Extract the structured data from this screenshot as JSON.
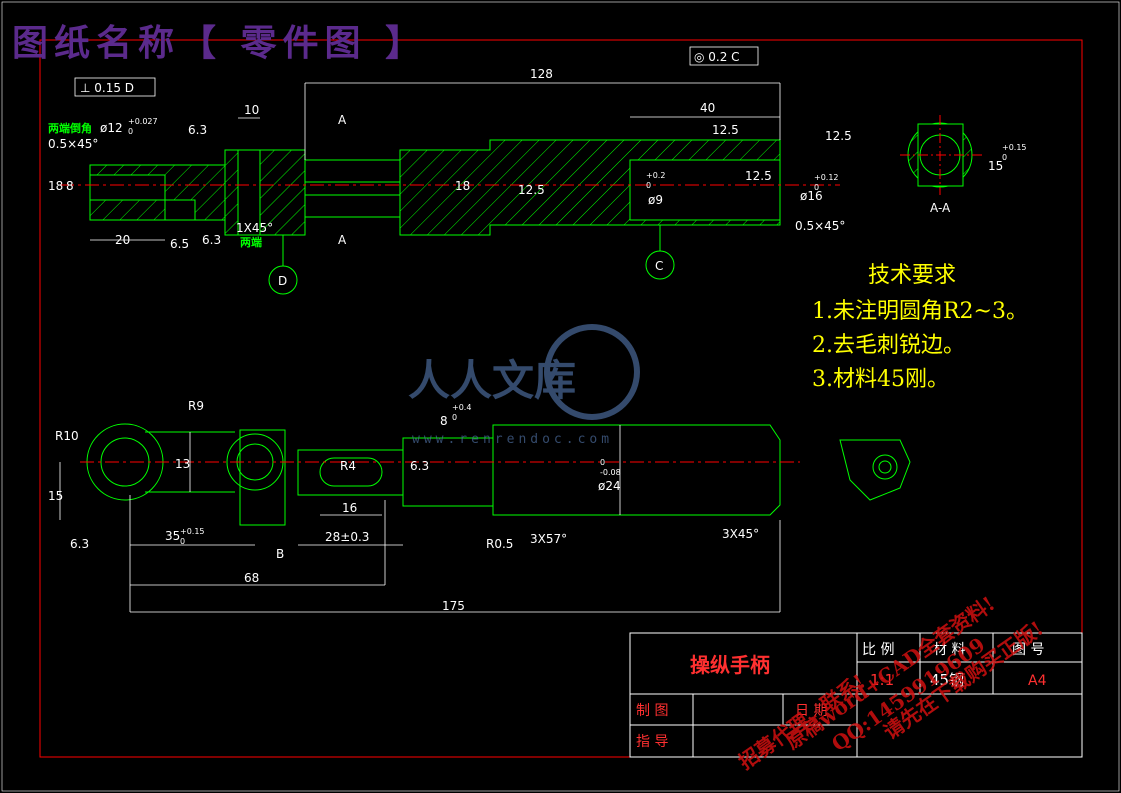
{
  "sheet": {
    "drawing_name_label": "图纸名称【 零件图 】"
  },
  "views": {
    "section_label": "A-A",
    "section_mark": "A",
    "datum_d": "D",
    "datum_c": "C",
    "datum_b": "B"
  },
  "tolerances": {
    "perpendicularity": "⊥ 0.15 D",
    "coaxiality": "◎ 0.2 C"
  },
  "dimensions": {
    "d128": "128",
    "d10": "10",
    "d40": "40",
    "d20": "20",
    "d18": "18",
    "d8": "8",
    "d6_5": "6.5",
    "d6_3": "6.3",
    "d12_5": "12.5",
    "d15": "15",
    "d13": "13",
    "d16": "16",
    "d68": "68",
    "d175": "175",
    "d28": "28±0.3",
    "d35": "35",
    "d35_tol": "+0.15",
    "d35_base": "0",
    "r10": "R10",
    "r9": "R9",
    "r4": "R4",
    "chamfer1": "0.5×45°",
    "chamfer2": "1X45°",
    "chamfer3": "0.5×45°",
    "chamfer4": "3X57°",
    "chamfer5": "3X45°",
    "phi12": "ø12",
    "phi12_tol": "+0.027",
    "phi12_base": "0",
    "phi16": "ø16",
    "phi16_tol": "+0.12",
    "phi16_base": "0",
    "phi9": "ø9",
    "phi9_tol": "+0.2",
    "phi9_base": "0",
    "phi24": "ø24",
    "phi24_base": "0",
    "phi24_tol": "-0.08",
    "d15_aa": "15",
    "d15_aa_tol": "+0.15",
    "d15_aa_base": "0",
    "d8_b": "8",
    "d8_b_tol": "+0.4",
    "d8_b_base": "0",
    "r0_5": "R0.5",
    "both_chamfer": "两端倒角",
    "both_ends": "两端"
  },
  "tech": {
    "title": "技术要求",
    "item1": "1.未注明圆角R2~3。",
    "item2": "2.去毛刺锐边。",
    "item3": "3.材料45刚。"
  },
  "watermark": {
    "brand": "人人文库",
    "url": "www.renrendoc.com"
  },
  "stamp": {
    "line1": "原稿word+CAD全套资料!",
    "line2": "QQ:1459919609",
    "line3": "请先在下载购买正版!",
    "line4": "招募代理，联系!"
  },
  "titleblock": {
    "part_name": "操纵手柄",
    "scale_label": "比 例",
    "material_label": "材 料",
    "drawing_no_label": "图 号",
    "scale_value": "1:1",
    "material_value": "45钢",
    "drawing_no_value": "A4",
    "drawn_label": "制 图",
    "date_label": "日 期",
    "guide_label": "指 导"
  },
  "colors": {
    "outline": "#00ff00",
    "frame": "#ff0000",
    "center": "#ff0000",
    "dim": "#ffffff",
    "tech": "#ffff00",
    "title_purple": "#5b2a8c",
    "stamp_red": "#d01010",
    "watermark": "#4a6a9a"
  }
}
